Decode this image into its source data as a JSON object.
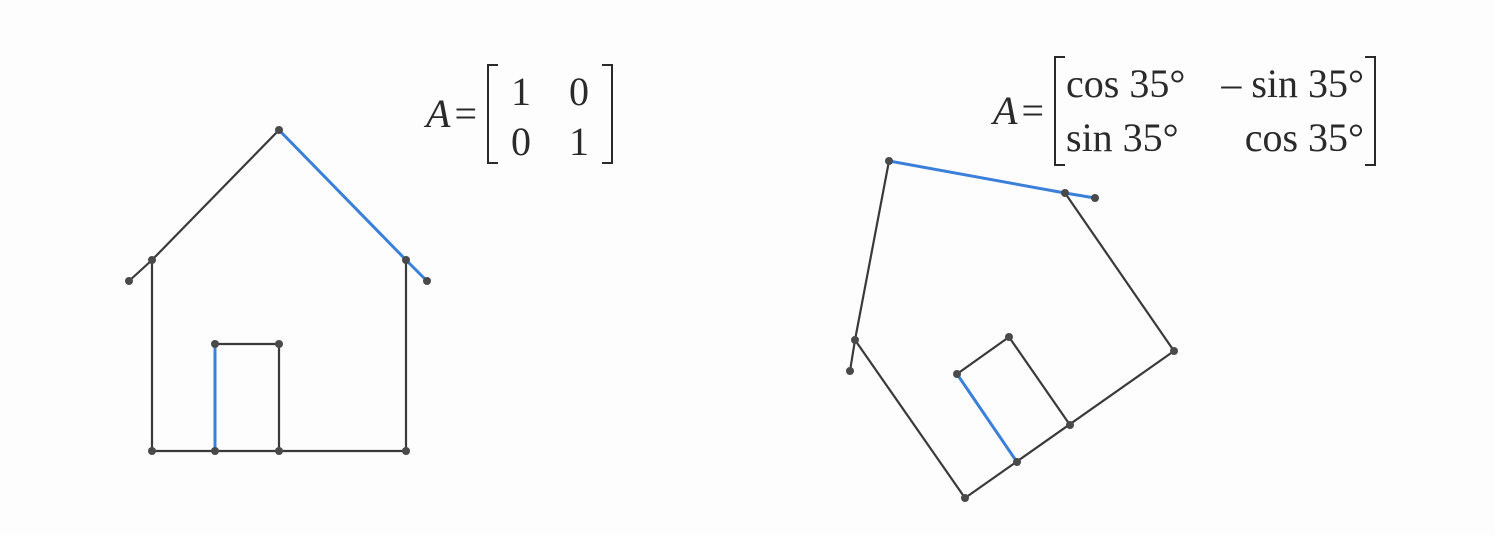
{
  "colors": {
    "line": "#3a3a3a",
    "highlight": "#3a7fd9",
    "vertex": "#4a4a4a"
  },
  "matrix_identity": {
    "variable": "A",
    "equals": "=",
    "cells": [
      [
        "1",
        "0"
      ],
      [
        "0",
        "1"
      ]
    ]
  },
  "matrix_rotation": {
    "variable": "A",
    "equals": "=",
    "cells": [
      [
        "cos 35°",
        "– sin 35°"
      ],
      [
        "sin 35°",
        "cos 35°"
      ]
    ]
  }
}
